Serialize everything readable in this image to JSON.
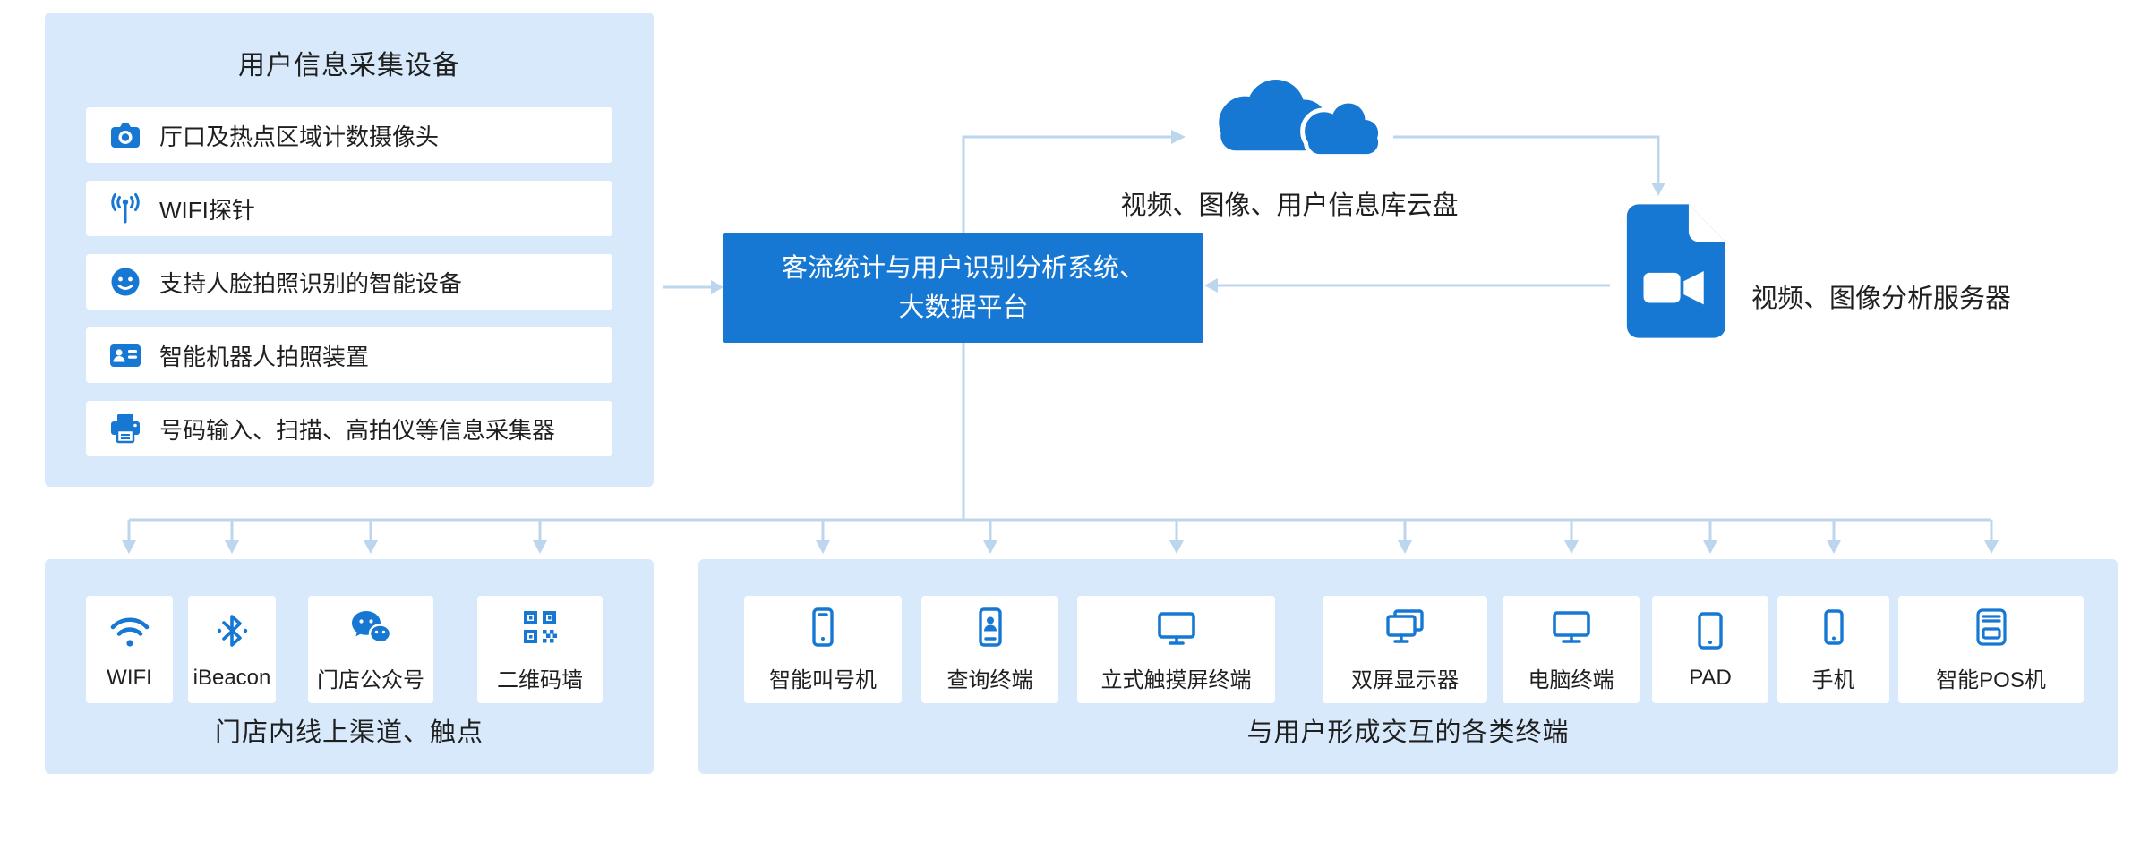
{
  "colors": {
    "accent": "#1678d3",
    "panel_bg": "#d8e9fb",
    "card_bg": "#ffffff",
    "arrow": "#bcd6ee",
    "text": "#1f1f1f"
  },
  "collection_panel": {
    "title": "用户信息采集设备",
    "items": [
      {
        "icon": "camera-icon",
        "label": "厅口及热点区域计数摄像头"
      },
      {
        "icon": "wifi-probe-icon",
        "label": "WIFI探针"
      },
      {
        "icon": "face-recognition-icon",
        "label": "支持人脸拍照识别的智能设备"
      },
      {
        "icon": "robot-camera-icon",
        "label": "智能机器人拍照装置"
      },
      {
        "icon": "scanner-printer-icon",
        "label": "号码输入、扫描、高拍仪等信息采集器"
      }
    ]
  },
  "platform_box": {
    "line1": "客流统计与用户识别分析系统、",
    "line2": "大数据平台"
  },
  "cloud_storage": {
    "icon": "cloud-icon",
    "label": "视频、图像、用户信息库云盘"
  },
  "video_server": {
    "icon": "video-file-icon",
    "label": "视频、图像分析服务器"
  },
  "channels_panel": {
    "caption": "门店内线上渠道、触点",
    "items": [
      {
        "icon": "wifi-icon",
        "label": "WIFI"
      },
      {
        "icon": "bluetooth-icon",
        "label": "iBeacon"
      },
      {
        "icon": "wechat-icon",
        "label": "门店公众号"
      },
      {
        "icon": "qrcode-icon",
        "label": "二维码墙"
      }
    ]
  },
  "terminals_panel": {
    "caption": "与用户形成交互的各类终端",
    "items": [
      {
        "icon": "smartphone-icon",
        "label": "智能叫号机"
      },
      {
        "icon": "query-terminal-icon",
        "label": "查询终端"
      },
      {
        "icon": "touchscreen-icon",
        "label": "立式触摸屏终端"
      },
      {
        "icon": "dual-screen-icon",
        "label": "双屏显示器"
      },
      {
        "icon": "desktop-icon",
        "label": "电脑终端"
      },
      {
        "icon": "tablet-icon",
        "label": "PAD"
      },
      {
        "icon": "mobile-phone-icon",
        "label": "手机"
      },
      {
        "icon": "pos-icon",
        "label": "智能POS机"
      }
    ]
  }
}
